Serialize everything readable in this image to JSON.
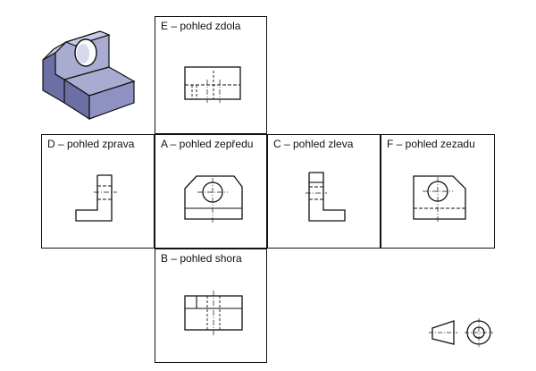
{
  "views": {
    "bottom": {
      "label": "E – pohled zdola"
    },
    "right": {
      "label": "D – pohled zprava"
    },
    "front": {
      "label": "A – pohled zepředu"
    },
    "left": {
      "label": "C – pohled zleva"
    },
    "rear": {
      "label": "F – pohled zezadu"
    },
    "top": {
      "label": "B – pohled shora"
    }
  },
  "colors": {
    "line": "#111111",
    "iso_face_light": "#a9acd0",
    "iso_face_mid": "#8e91c2",
    "iso_face_dark": "#6c6fa6"
  },
  "icons": {
    "iso_part": "isometric-part-drawing",
    "projection_symbol": "first-angle-projection-symbol"
  }
}
